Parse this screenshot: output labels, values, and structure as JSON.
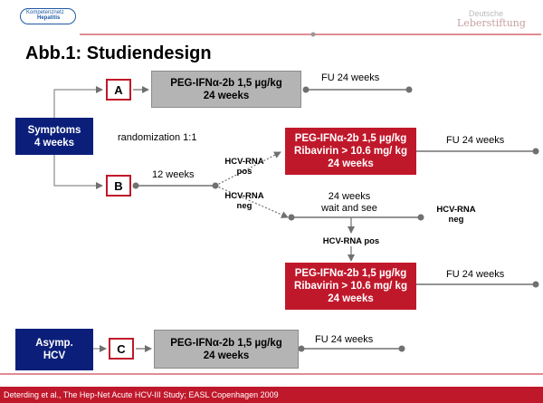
{
  "header": {
    "logo_left_line1": "Kompetenznetz",
    "logo_left_line2": "Hepatitis",
    "logo_right_line1": "Deutsche",
    "logo_right_line2": "Leberstiftung",
    "title": "Abb.1: Studiendesign"
  },
  "groups": {
    "symptoms_line1": "Symptoms",
    "symptoms_line2": "4 weeks",
    "asymp_line1": "Asymp.",
    "asymp_line2": "HCV"
  },
  "arms": {
    "a_label": "A",
    "b_label": "B",
    "c_label": "C",
    "a_treatment_line1": "PEG-IFNα-2b 1,5 µg/kg",
    "a_treatment_line2": "24 weeks",
    "c_treatment_line1": "PEG-IFNα-2b 1,5 µg/kg",
    "c_treatment_line2": "24 weeks",
    "combo1_line1": "PEG-IFNα-2b 1,5 µg/kg",
    "combo1_line2": "Ribavirin > 10.6 mg/ kg",
    "combo1_line3": "24 weeks",
    "combo2_line1": "PEG-IFNα-2b 1,5 µg/kg",
    "combo2_line2": "Ribavirin > 10.6 mg/ kg",
    "combo2_line3": "24 weeks"
  },
  "labels": {
    "fu_a": "FU 24 weeks",
    "fu_combo1": "FU 24 weeks",
    "fu_combo2": "FU 24 weeks",
    "fu_c": "FU 24 weeks",
    "randomization": "randomization 1:1",
    "twelve_weeks": "12 weeks",
    "hcv_rna_pos_line1": "HCV-RNA",
    "hcv_rna_pos_line2": "pos",
    "hcv_rna_neg_line1": "HCV-RNA",
    "hcv_rna_neg_line2": "neg",
    "wait_line1": "24 weeks",
    "wait_line2": "wait and see",
    "hcv_rna_neg_right_line1": "HCV-RNA",
    "hcv_rna_neg_right_line2": "neg",
    "hcv_rna_pos_center": "HCV-RNA pos"
  },
  "footer": {
    "citation": "Deterding et al., The Hep-Net Acute HCV-III Study; EASL Copenhagen 2009"
  },
  "colors": {
    "navy": "#0b1f7a",
    "red": "#c0182b",
    "gray": "#b4b4b4",
    "line": "#8c8c8c"
  }
}
